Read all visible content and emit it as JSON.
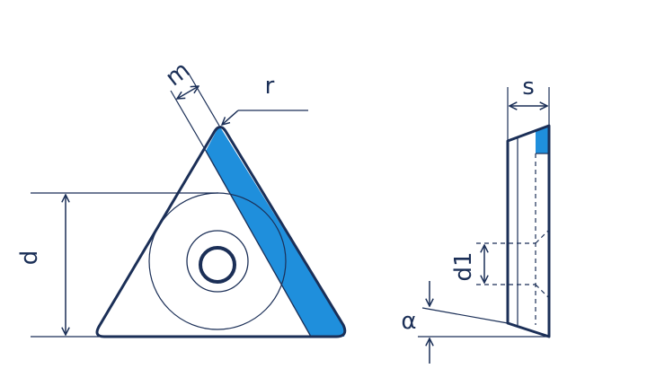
{
  "labels": {
    "m": "m",
    "r": "r",
    "d": "d",
    "s": "s",
    "d1": "d1",
    "alpha": "α"
  },
  "colors": {
    "outline": "#1b2f57",
    "accent": "#1f8fdc",
    "background": "#ffffff"
  }
}
